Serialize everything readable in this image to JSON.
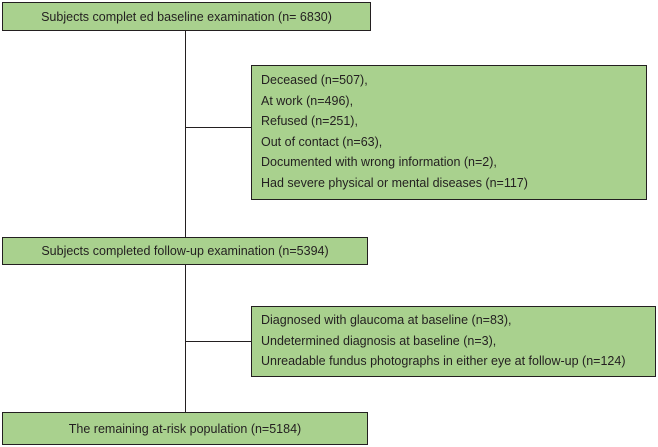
{
  "flowchart": {
    "step1": "Subjects complet ed baseline examination (n= 6830)",
    "exclusions1": [
      "Deceased (n=507),",
      "At work (n=496),",
      "Refused (n=251),",
      "Out of contact (n=63),",
      "Documented with wrong information (n=2),",
      "Had severe physical or mental diseases (n=117)"
    ],
    "step2": "Subjects completed follow-up examination (n=5394)",
    "exclusions2": [
      "Diagnosed with glaucoma at baseline (n=83),",
      "Undetermined diagnosis at baseline (n=3),",
      "Unreadable fundus photographs in either eye at follow-up (n=124)"
    ],
    "step3": "The remaining at-risk population (n=5184)"
  },
  "colors": {
    "box_fill": "#a9d18e",
    "border": "#231f20"
  }
}
